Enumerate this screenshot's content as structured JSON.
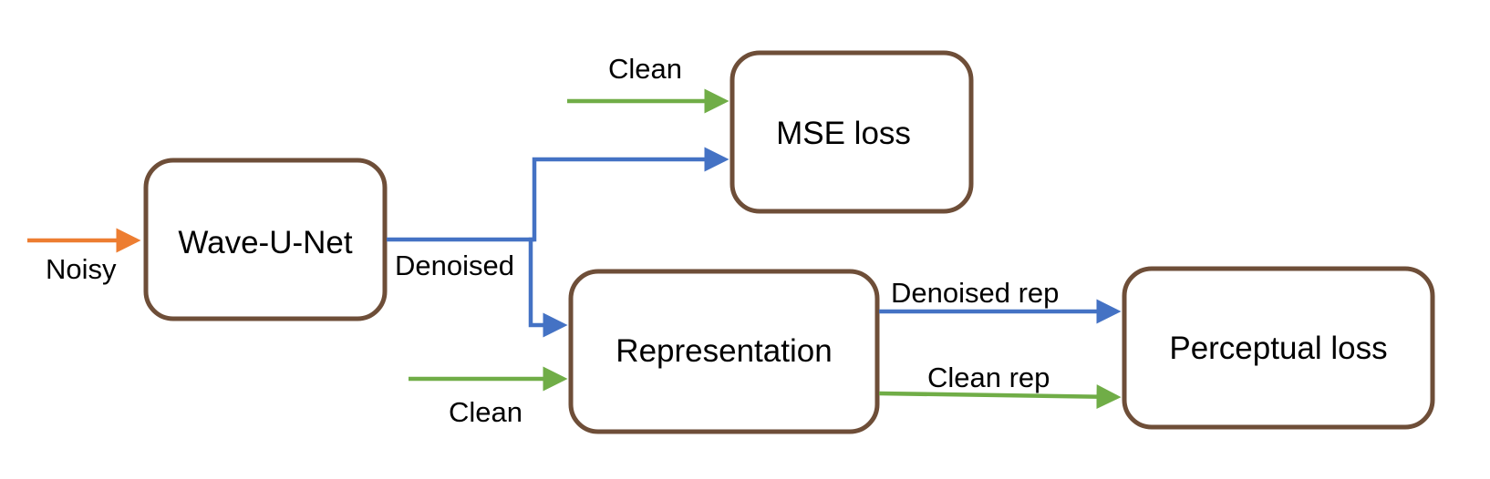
{
  "colors": {
    "noisy": "#ed7d31",
    "denoised": "#4472c4",
    "clean": "#70ad47",
    "box_border": "#6e4e38"
  },
  "nodes": {
    "wave_u_net": "Wave-U-Net",
    "mse_loss": "MSE loss",
    "representation": "Representation",
    "perceptual_loss": "Perceptual loss"
  },
  "edges": {
    "noisy": "Noisy",
    "denoised": "Denoised",
    "clean_to_mse": "Clean",
    "clean_to_representation": "Clean",
    "denoised_rep": "Denoised rep",
    "clean_rep": "Clean rep"
  }
}
